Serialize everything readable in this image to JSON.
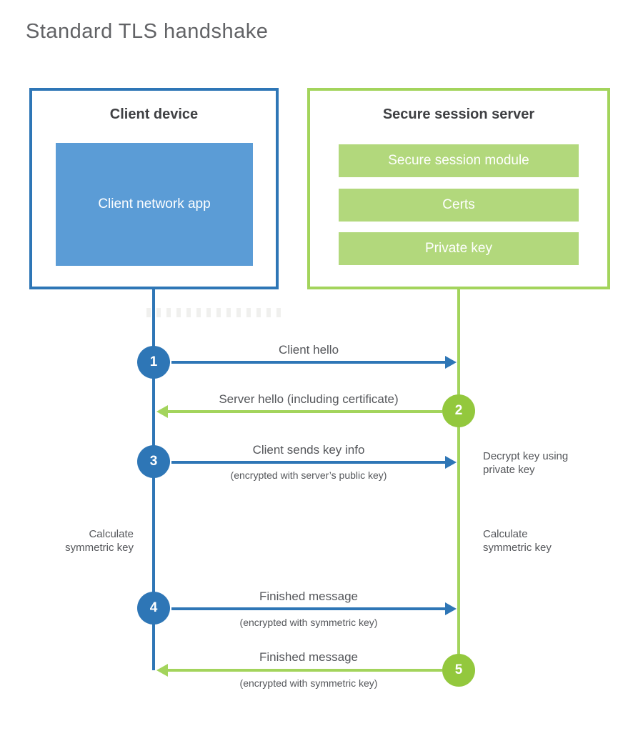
{
  "title": "Standard TLS handshake",
  "colors": {
    "blue": "#2e76b6",
    "blue_fill": "#5b9cd6",
    "green": "#a3d45c",
    "green_fill": "#b2d87c",
    "green_circle": "#93c83d",
    "heading_text": "#3f4043",
    "label_text": "#54565a",
    "title_text": "#626366"
  },
  "client": {
    "title": "Client device",
    "app_label": "Client network app"
  },
  "server": {
    "title": "Secure session server",
    "modules": [
      "Secure session module",
      "Certs",
      "Private key"
    ]
  },
  "steps": [
    {
      "num": "1",
      "actor": "client",
      "direction": "right",
      "label": "Client hello",
      "sublabel": ""
    },
    {
      "num": "2",
      "actor": "server",
      "direction": "left",
      "label": "Server hello (including certificate)",
      "sublabel": ""
    },
    {
      "num": "3",
      "actor": "client",
      "direction": "right",
      "label": "Client sends key info",
      "sublabel": "(encrypted with server’s public key)"
    },
    {
      "num": "4",
      "actor": "client",
      "direction": "right",
      "label": "Finished message",
      "sublabel": "(encrypted with symmetric key)"
    },
    {
      "num": "5",
      "actor": "server",
      "direction": "left",
      "label": "Finished message",
      "sublabel": "(encrypted with symmetric key)"
    }
  ],
  "notes": [
    {
      "side": "right",
      "lines": [
        "Decrypt key using",
        "private key"
      ]
    },
    {
      "side": "left",
      "lines": [
        "Calculate",
        "symmetric key"
      ]
    },
    {
      "side": "right",
      "lines": [
        "Calculate",
        "symmetric key"
      ]
    }
  ]
}
